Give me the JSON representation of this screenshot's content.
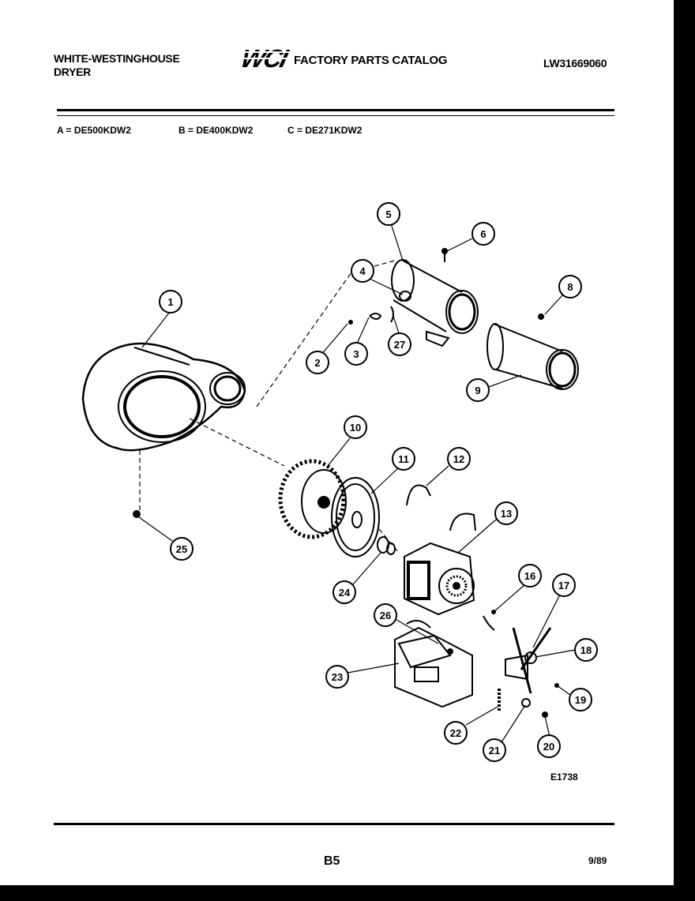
{
  "header": {
    "brand_line1": "WHITE-WESTINGHOUSE",
    "brand_line2": "DRYER",
    "logo_text": "WCI",
    "catalog_title": "FACTORY PARTS CATALOG",
    "doc_number": "LW31669060"
  },
  "models": [
    {
      "label": "A = DE500KDW2"
    },
    {
      "label": "B = DE400KDW2"
    },
    {
      "label": "C = DE271KDW2"
    }
  ],
  "callouts": [
    {
      "n": "1"
    },
    {
      "n": "2"
    },
    {
      "n": "3"
    },
    {
      "n": "4"
    },
    {
      "n": "5"
    },
    {
      "n": "6"
    },
    {
      "n": "8"
    },
    {
      "n": "9"
    },
    {
      "n": "10"
    },
    {
      "n": "11"
    },
    {
      "n": "12"
    },
    {
      "n": "13"
    },
    {
      "n": "16"
    },
    {
      "n": "17"
    },
    {
      "n": "18"
    },
    {
      "n": "19"
    },
    {
      "n": "20"
    },
    {
      "n": "21"
    },
    {
      "n": "22"
    },
    {
      "n": "23"
    },
    {
      "n": "24"
    },
    {
      "n": "25"
    },
    {
      "n": "26"
    },
    {
      "n": "27"
    }
  ],
  "diagram_code": "E1738",
  "footer": {
    "page": "B5",
    "date": "9/89"
  }
}
